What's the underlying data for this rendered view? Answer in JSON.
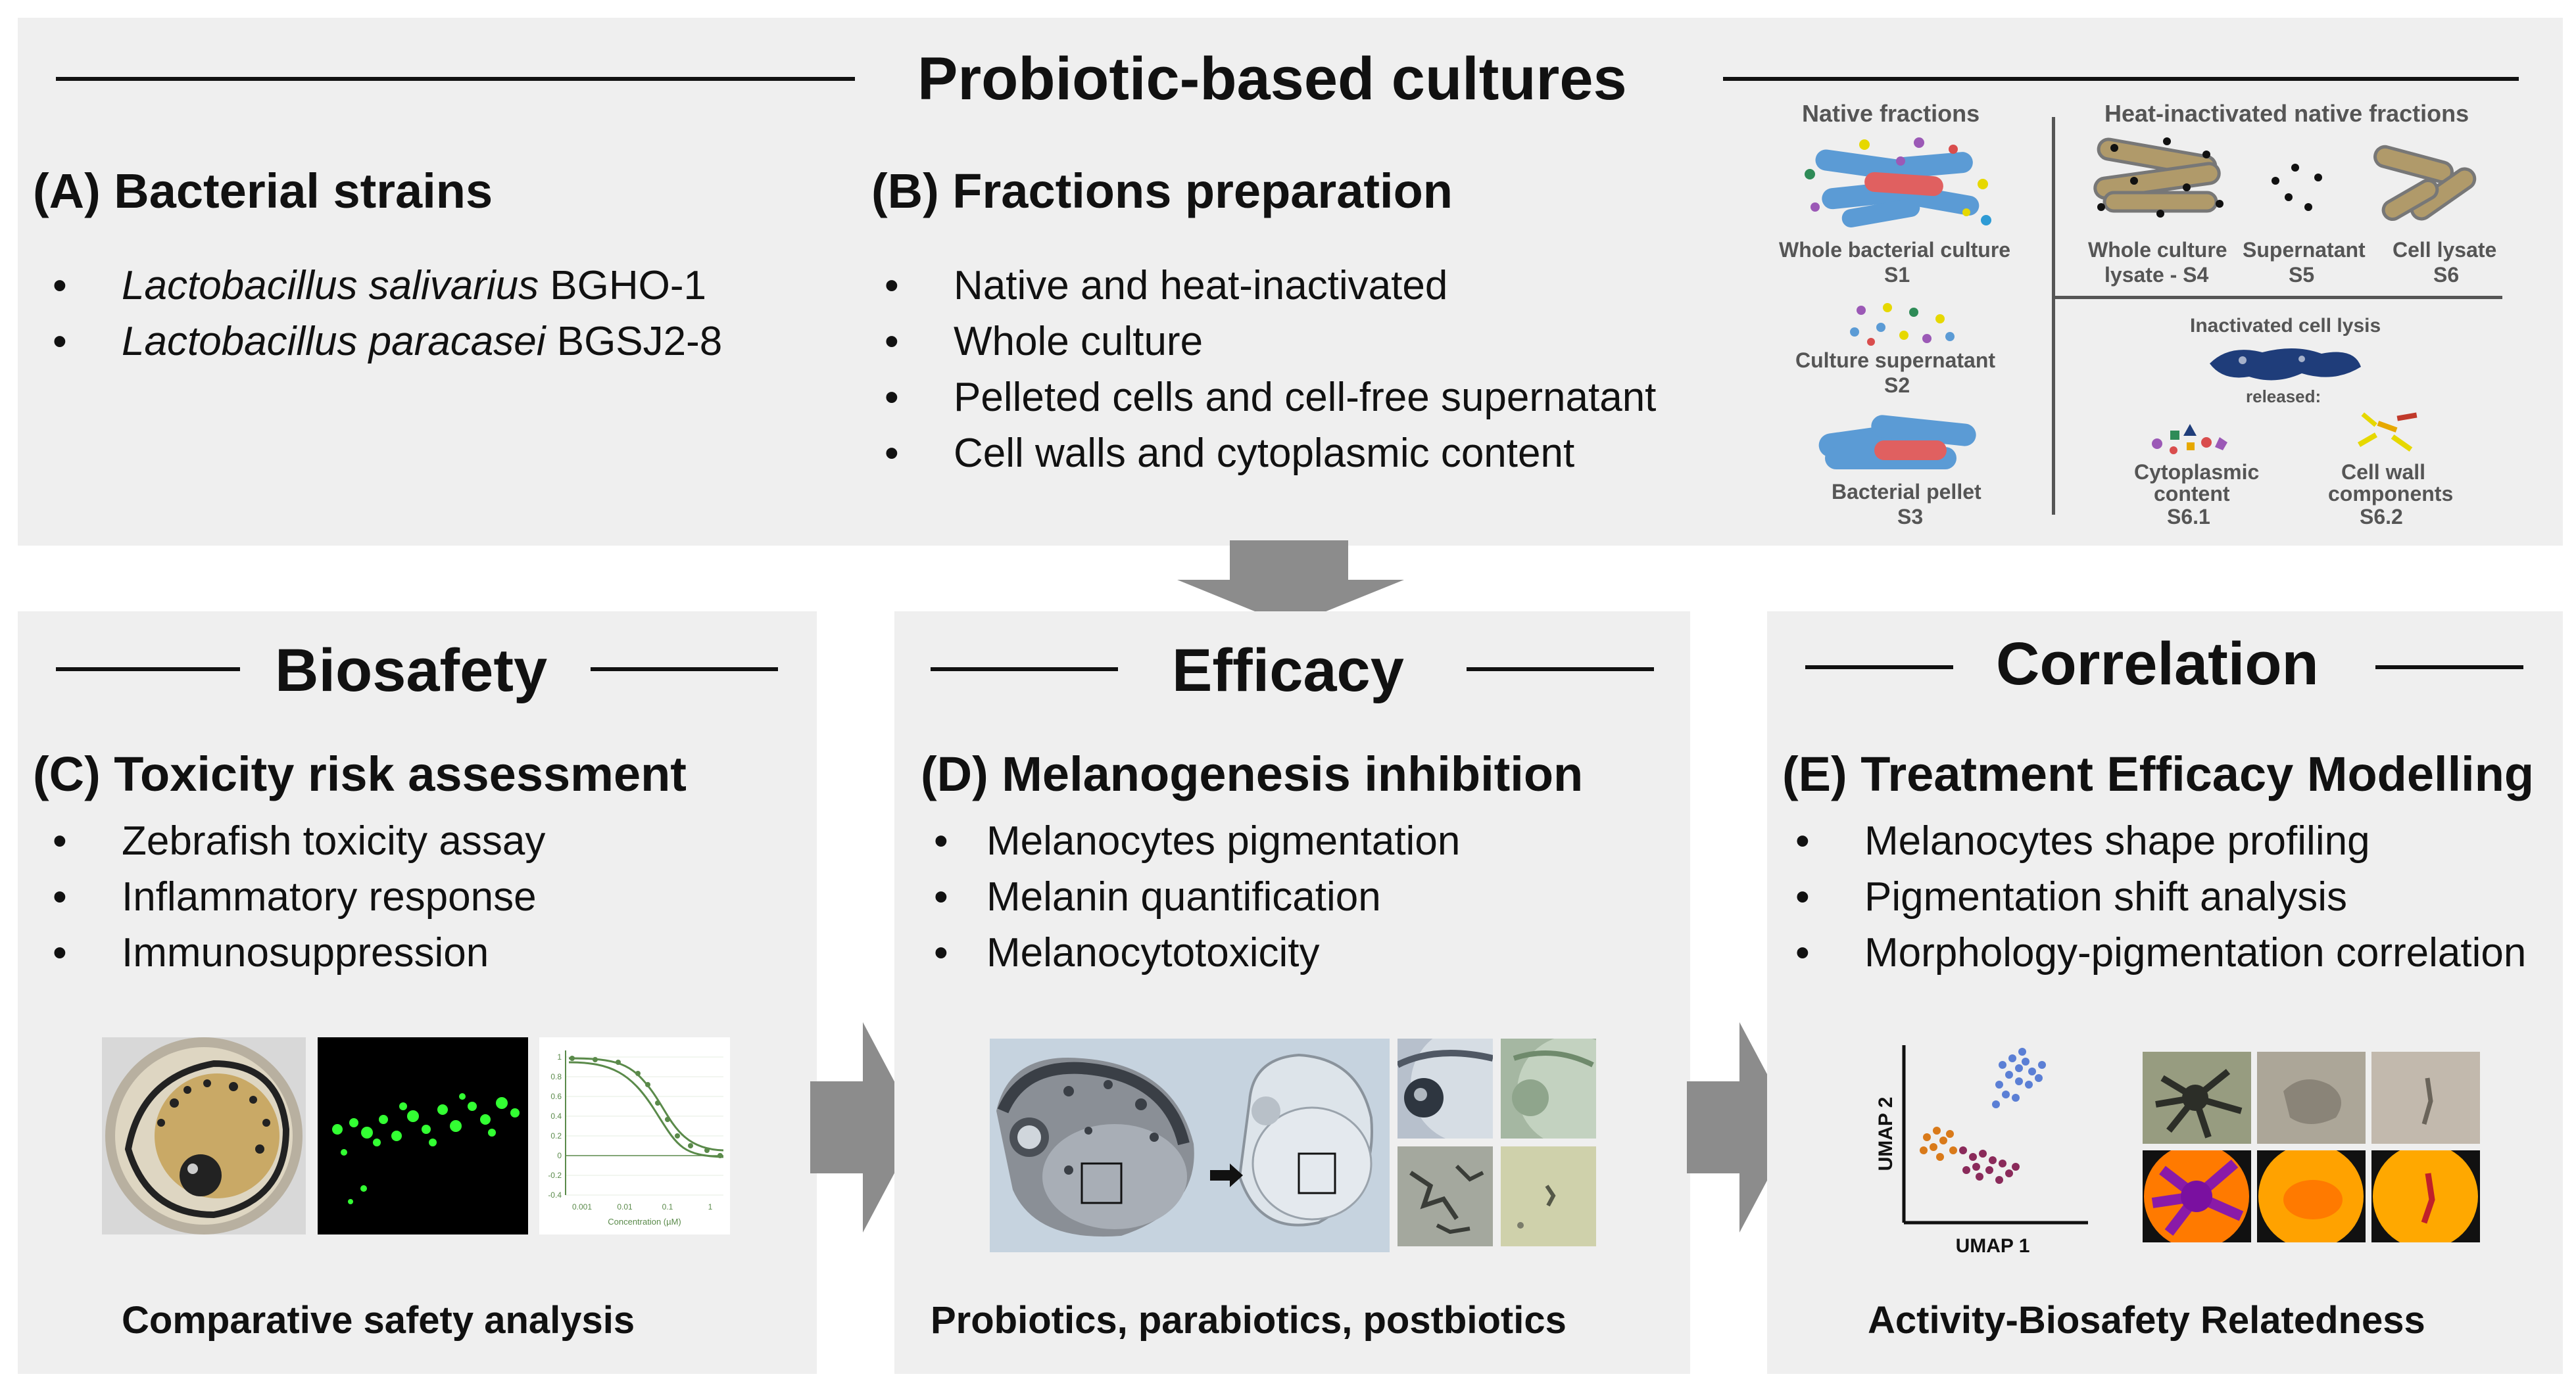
{
  "top": {
    "title": "Probiotic-based cultures",
    "a_heading": "(A) Bacterial strains",
    "strains": [
      {
        "italic": "Lactobacillus salivarius",
        "plain": " BGHO-1"
      },
      {
        "italic": "Lactobacillus paracasei",
        "plain": " BGSJ2-8"
      }
    ],
    "b_heading": "(B) Fractions preparation",
    "fractions": [
      "Native and heat-inactivated",
      "Whole culture",
      "Pelleted cells and cell-free supernatant",
      "Cell walls and cytoplasmic content"
    ]
  },
  "native": {
    "title": "Native fractions",
    "s1_label": "Whole bacterial culture",
    "s1_code": "S1",
    "s2_label": "Culture supernatant",
    "s2_code": "S2",
    "s3_label": "Bacterial pellet",
    "s3_code": "S3"
  },
  "heat": {
    "title": "Heat-inactivated native fractions",
    "s4_label1": "Whole culture",
    "s4_label2": "lysate - S4",
    "s5_label": "Supernatant",
    "s5_code": "S5",
    "s6_label": "Cell lysate",
    "s6_code": "S6",
    "lysis_label": "Inactivated cell lysis",
    "released": "released:",
    "s61_label1": "Cytoplasmic",
    "s61_label2": "content",
    "s61_code": "S6.1",
    "s62_label1": "Cell wall",
    "s62_label2": "components",
    "s62_code": "S6.2"
  },
  "biosafety": {
    "title": "Biosafety",
    "sub": "(C) Toxicity risk assessment",
    "items": [
      "Zebrafish toxicity assay",
      "Inflammatory response",
      "Immunosuppression"
    ],
    "caption": "Comparative safety analysis",
    "plot_xlabel": "Concentration (µM)",
    "plot_xticks": [
      "0.001",
      "0.01",
      "0.1",
      "1"
    ],
    "plot_yticks": [
      "1",
      "0.8",
      "0.6",
      "0.4",
      "0.2",
      "0",
      "-0.2",
      "-0.4"
    ]
  },
  "efficacy": {
    "title": "Efficacy",
    "sub": "(D) Melanogenesis inhibition",
    "items": [
      "Melanocytes pigmentation",
      "Melanin quantification",
      "Melanocytotoxicity"
    ],
    "caption": "Probiotics, parabiotics, postbiotics"
  },
  "correlation": {
    "title": "Correlation",
    "sub": "(E) Treatment Efficacy Modelling",
    "items": [
      "Melanocytes shape profiling",
      "Pigmentation shift analysis",
      "Morphology-pigmentation correlation"
    ],
    "caption": "Activity-Biosafety  Relatedness",
    "umap_x": "UMAP 1",
    "umap_y": "UMAP 2"
  },
  "colors": {
    "panel": "#efefef",
    "arrow": "#8c8c8c",
    "bacteria_blue": "#5b9bd5",
    "bacteria_red": "#e06060",
    "inactivated_tan": "#b09a6a",
    "fluorescence_green": "#33ff33"
  }
}
